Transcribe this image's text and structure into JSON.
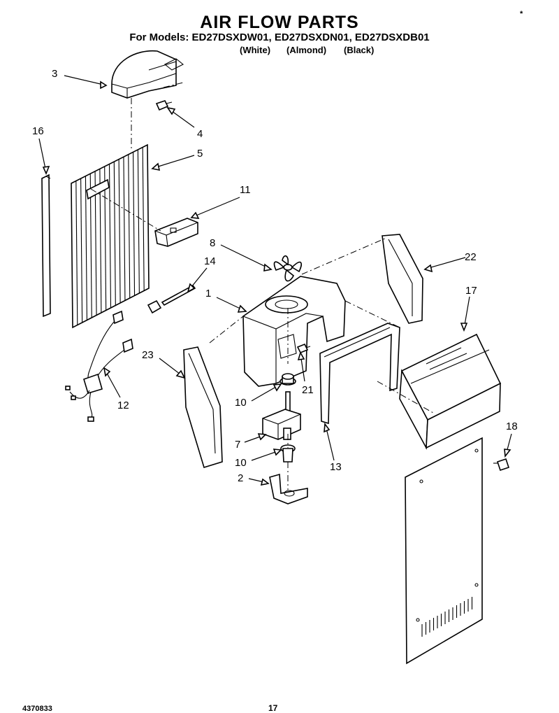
{
  "header": {
    "title": "AIR FLOW PARTS",
    "models_line": "For Models: ED27DSXDW01, ED27DSXDN01, ED27DSXDB01",
    "colors": [
      "(White)",
      "(Almond)",
      "(Black)"
    ]
  },
  "callouts": {
    "c1": "1",
    "c2": "2",
    "c3": "3",
    "c4": "4",
    "c5": "5",
    "c7": "7",
    "c8": "8",
    "c10a": "10",
    "c10b": "10",
    "c11": "11",
    "c12": "12",
    "c13": "13",
    "c14": "14",
    "c16": "16",
    "c17": "17",
    "c18": "18",
    "c21": "21",
    "c22": "22",
    "c23": "23"
  },
  "footer": {
    "doc_number": "4370833",
    "page_number": "17"
  },
  "corner_mark": "*"
}
